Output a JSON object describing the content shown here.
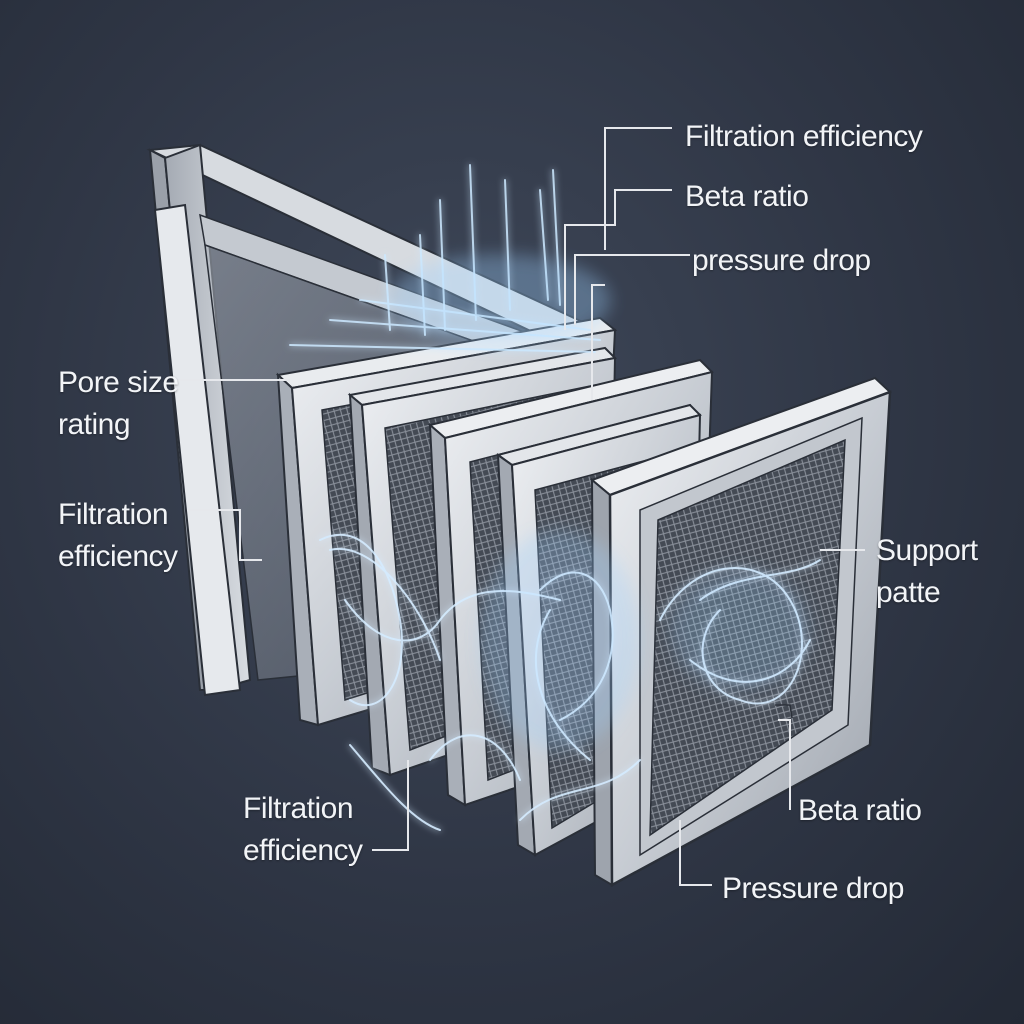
{
  "colors": {
    "background": "#2f3645",
    "frame_light": "#e3e6ea",
    "frame_mid": "#b9bec6",
    "frame_dark": "#8d939c",
    "mesh": "#4b515b",
    "flow_glow": "#bfe4ff",
    "leader_line": "#e6e8ec",
    "label_text": "#f2f4f7"
  },
  "labels": {
    "top_1": "Filtration efficiency",
    "top_2": "Beta ratio",
    "top_3": "pressure drop",
    "left_1_line1": "Pore size",
    "left_1_line2": "rating",
    "left_2_line1": "Filtration",
    "left_2_line2": "efficiency",
    "right_1_line1": "Support",
    "right_1_line2": "patte",
    "bottom_left_line1": "Filtration",
    "bottom_left_line2": "efficiency",
    "bottom_right_1": "Beta ratio",
    "bottom_right_2": "Pressure drop"
  }
}
